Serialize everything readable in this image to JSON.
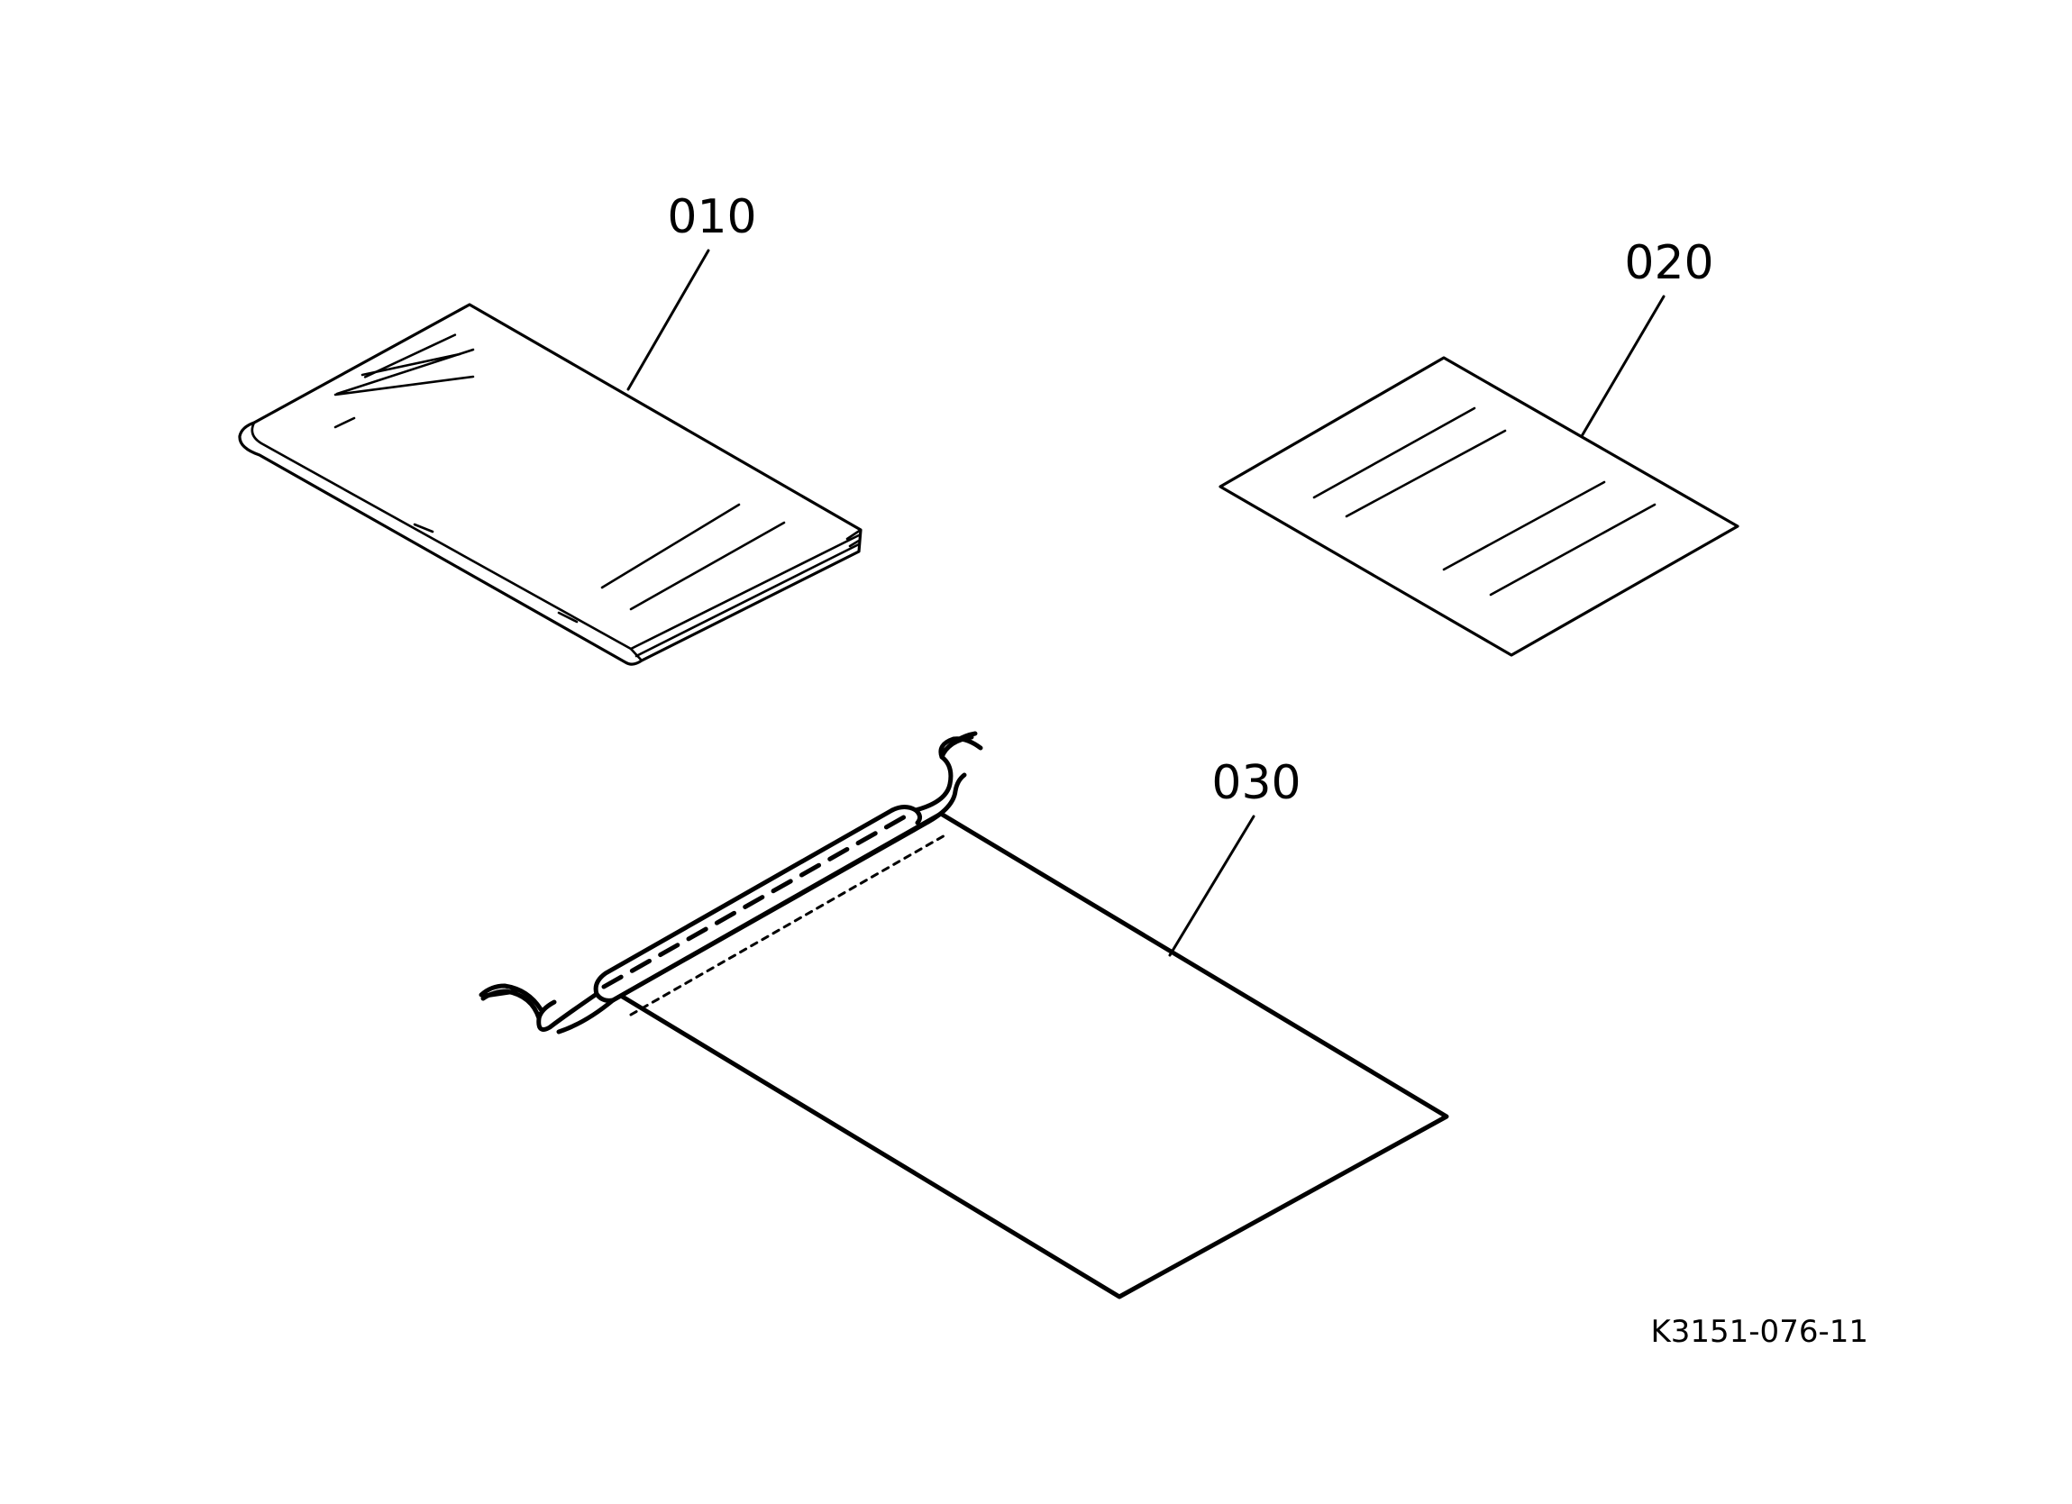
{
  "parts": [
    {
      "label": "010",
      "item": "book"
    },
    {
      "label": "020",
      "item": "sheet"
    },
    {
      "label": "030",
      "item": "drawstring-bag"
    }
  ],
  "figure_ref": "K3151-076-11"
}
